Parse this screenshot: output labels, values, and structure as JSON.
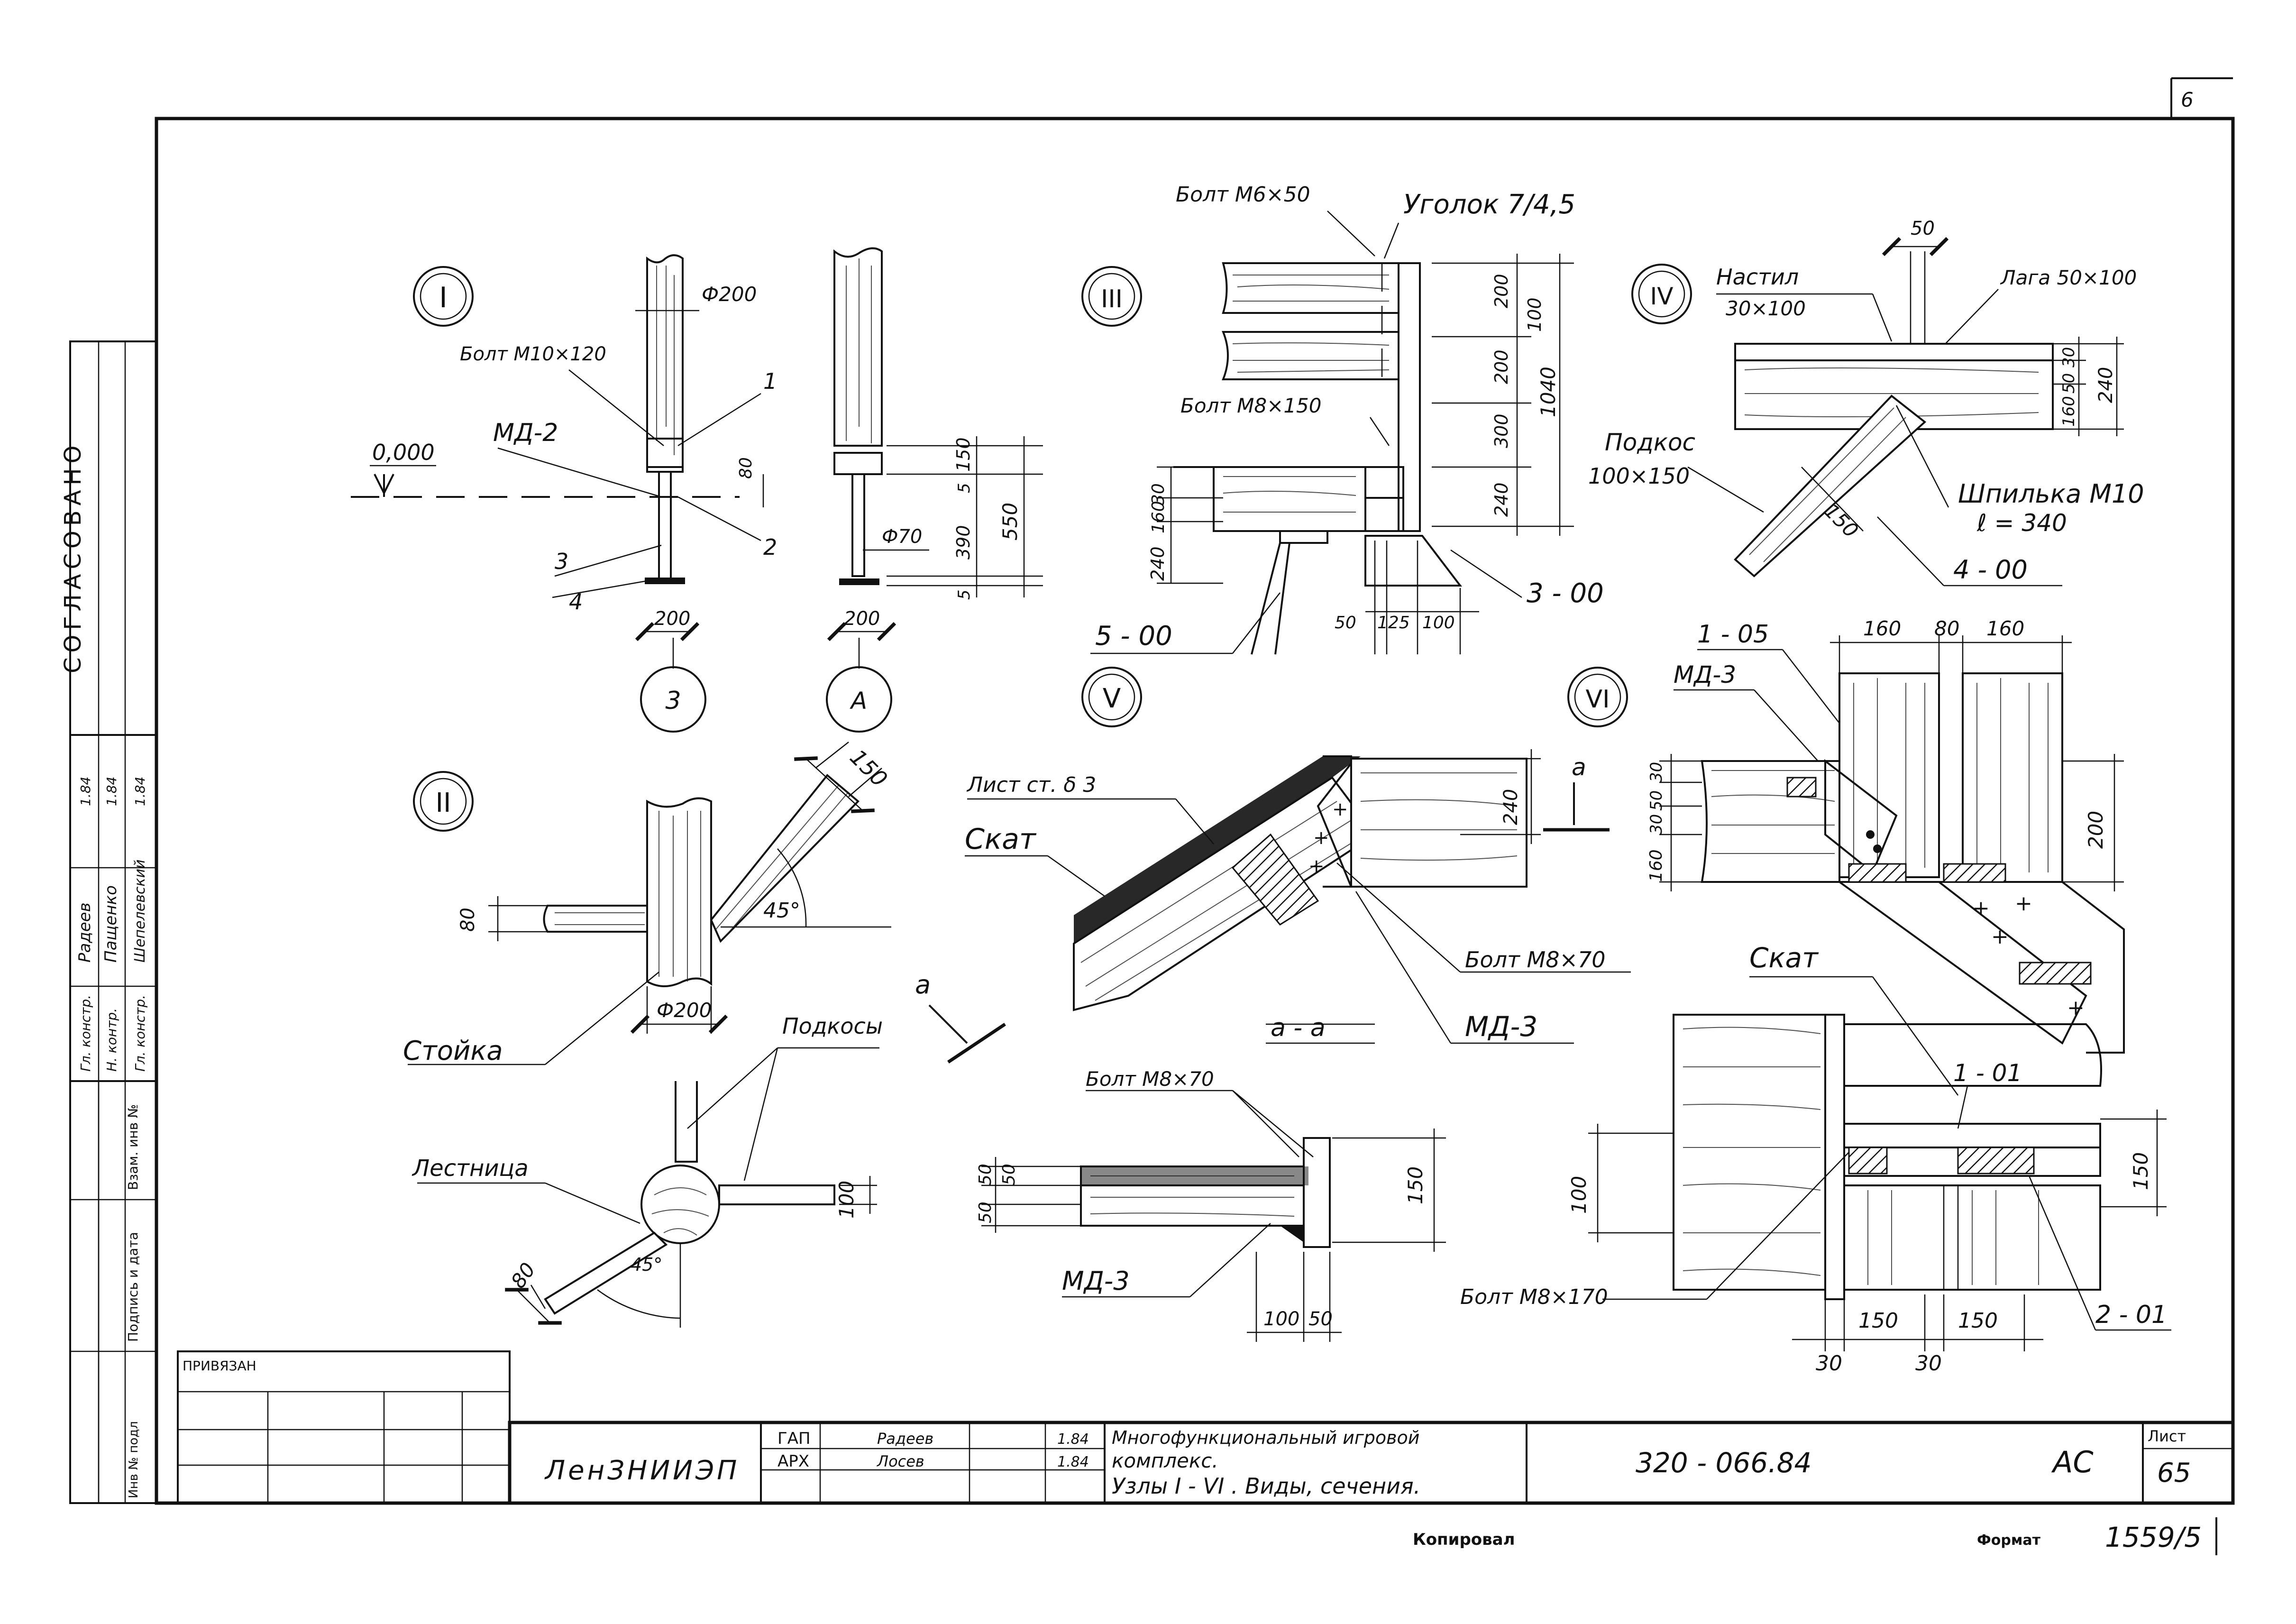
{
  "sheet_number_corner": "6",
  "stamp_approved": "СОГЛАСОВАНО",
  "left_stamp": {
    "rows": [
      "Взам. инв №",
      "Подпись и дата",
      "Инв № подл"
    ],
    "signers": [
      {
        "role": "Гл. констр.",
        "name": "Радеев",
        "date": "1.84"
      },
      {
        "role": "Н. контр.",
        "name": "Пащенко",
        "date": "1.84"
      },
      {
        "role": "Гл. констр.",
        "name": "Шепелевский",
        "date": "1.84"
      }
    ]
  },
  "title_block": {
    "privyazan": "ПРИВЯЗАН",
    "organization": "ЛенЗНИИЭП",
    "gap_label": "ГАП",
    "gap_name": "Радеев",
    "gap_date": "1.84",
    "arh_label": "АРХ",
    "arh_name": "Лосев",
    "arh_date": "1.84",
    "title_line1": "Многофункциональный игровой",
    "title_line2": "комплекс.",
    "title_line3": "Узлы I - VI . Виды, сечения.",
    "code": "320 - 066.84",
    "stage": "АС",
    "sheet_label": "Лист",
    "sheet_no": "65"
  },
  "footer": {
    "copied": "Копировал",
    "format": "Формат",
    "archive": "1559/5"
  },
  "nodes": {
    "n1": {
      "mark": "I",
      "d200": "Ф200",
      "bolt": "Болт М10×120",
      "md2": "МД-2",
      "level": "0,000",
      "dim80": "80",
      "w200": "200",
      "axis": "3",
      "callouts": [
        "1",
        "2",
        "3",
        "4"
      ]
    },
    "n1b": {
      "d70": "Ф70",
      "dims": [
        "150",
        "5",
        "390",
        "5",
        "550"
      ],
      "w200": "200",
      "axis": "А"
    },
    "n3": {
      "mark": "III",
      "bolt_top": "Болт М6×50",
      "angle": "Уголок 7/4,5",
      "bolt_mid": "Болт М8×150",
      "dims_v": [
        "200",
        "100",
        "200",
        "1040",
        "300",
        "240"
      ],
      "dims_left": [
        "30",
        "160",
        "240"
      ],
      "dims_bottom": [
        "50",
        "125",
        "100"
      ],
      "ref1": "5 - 00",
      "ref2": "3 - 00"
    },
    "n4": {
      "mark": "IV",
      "decking": "Настил",
      "decking_size": "30×100",
      "joist": "Лага 50×100",
      "dim50": "50",
      "dims_v": [
        "30",
        "50",
        "160",
        "240"
      ],
      "brace": "Подкос",
      "brace_size": "100×150",
      "dim150": "150",
      "stud": "Шпилька М10",
      "stud_len": "ℓ = 340",
      "ref": "4 - 00"
    },
    "n2": {
      "mark": "II",
      "dim150": "150",
      "dim80": "80",
      "angle45": "45°",
      "d200": "Ф200",
      "post": "Стойка",
      "braces": "Подкосы",
      "ladder": "Лестница",
      "dim100": "100",
      "dim80b": "80",
      "angle45b": "45°"
    },
    "n5": {
      "mark": "V",
      "sheet_steel": "Лист ст. δ 3",
      "slope": "Скат",
      "dim240": "240",
      "bolt": "Болт М8×70",
      "md3": "МД-3",
      "section_mark": "а",
      "section_label": "а - а",
      "bolt2": "Болт М8×70",
      "dims_left": [
        "50",
        "50",
        "50"
      ],
      "dim150": "150",
      "md3b": "МД-3",
      "dims_bottom": [
        "100",
        "50"
      ]
    },
    "n6": {
      "mark": "VI",
      "ref105": "1 - 05",
      "md3": "МД-3",
      "dims_top": [
        "160",
        "80",
        "160"
      ],
      "section_mark": "а",
      "dims_left": [
        "30",
        "50",
        "30",
        "160"
      ],
      "dim200": "200",
      "slope": "Скат",
      "ref101": "1 - 01",
      "dim100": "100",
      "dim150": "150",
      "bolt": "Болт М8×170",
      "ref201": "2 - 01",
      "dims_bottom": [
        "150",
        "150"
      ],
      "dims_bottom2": [
        "30",
        "30"
      ]
    }
  }
}
